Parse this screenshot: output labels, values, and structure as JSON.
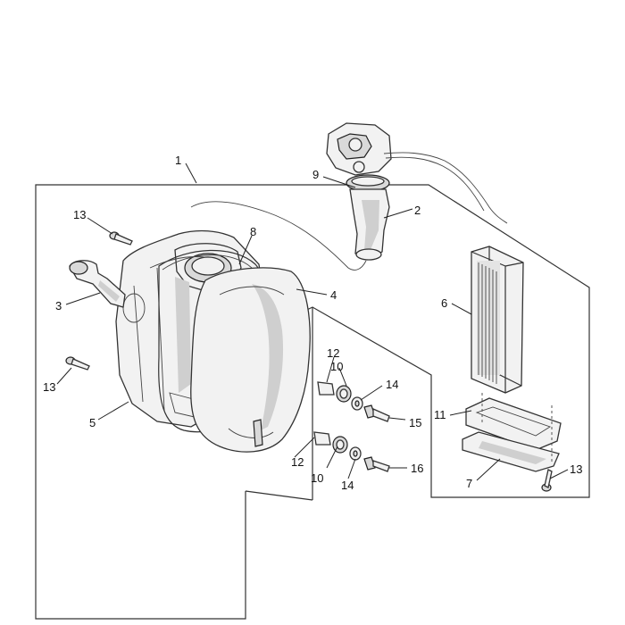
{
  "callouts": [
    {
      "id": "c1",
      "text": "1"
    },
    {
      "id": "c2",
      "text": "2"
    },
    {
      "id": "c3",
      "text": "3"
    },
    {
      "id": "c4",
      "text": "4"
    },
    {
      "id": "c5",
      "text": "5"
    },
    {
      "id": "c6",
      "text": "6"
    },
    {
      "id": "c7",
      "text": "7"
    },
    {
      "id": "c8",
      "text": "8"
    },
    {
      "id": "c9",
      "text": "9"
    },
    {
      "id": "c10a",
      "text": "10"
    },
    {
      "id": "c10b",
      "text": "10"
    },
    {
      "id": "c11",
      "text": "11"
    },
    {
      "id": "c12a",
      "text": "12"
    },
    {
      "id": "c12b",
      "text": "12"
    },
    {
      "id": "c13a",
      "text": "13"
    },
    {
      "id": "c13b",
      "text": "13"
    },
    {
      "id": "c13c",
      "text": "13"
    },
    {
      "id": "c14a",
      "text": "14"
    },
    {
      "id": "c14b",
      "text": "14"
    },
    {
      "id": "c15",
      "text": "15"
    },
    {
      "id": "c16",
      "text": "16"
    }
  ]
}
